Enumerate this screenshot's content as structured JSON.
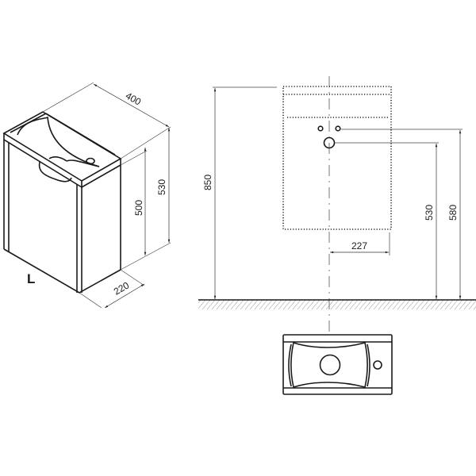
{
  "drawing": {
    "variant_label": "L",
    "isometric_view": {
      "dimensions": {
        "width": "400",
        "total_height": "530",
        "cabinet_height": "500",
        "depth": "220"
      }
    },
    "front_view": {
      "dimensions": {
        "mounting_height": "850",
        "waste_outlet_height": "530",
        "water_supply_height": "580",
        "outlet_offset": "227"
      }
    },
    "top_view": {
      "label": ""
    }
  }
}
